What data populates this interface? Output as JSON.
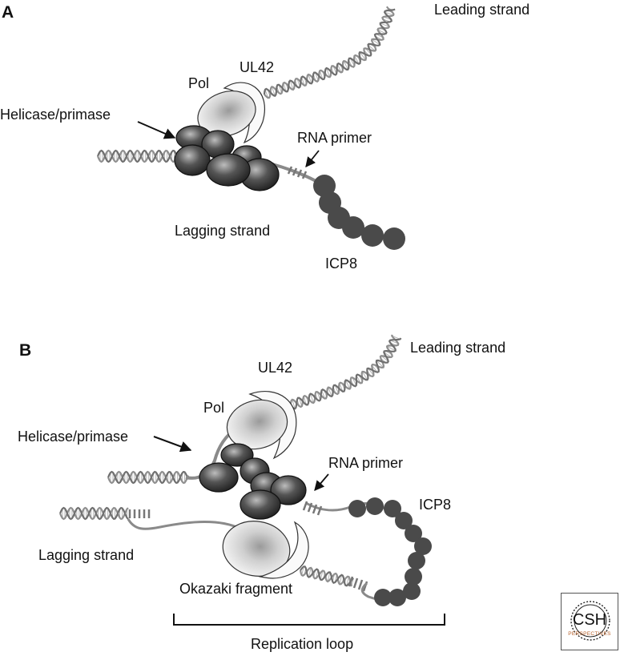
{
  "panel_a": {
    "letter": "A",
    "labels": {
      "leading_strand": "Leading strand",
      "ul42": "UL42",
      "pol": "Pol",
      "helicase_primase": "Helicase/primase",
      "rna_primer": "RNA primer",
      "lagging_strand": "Lagging strand",
      "icp8": "ICP8"
    }
  },
  "panel_b": {
    "letter": "B",
    "labels": {
      "leading_strand": "Leading strand",
      "ul42": "UL42",
      "pol": "Pol",
      "helicase_primase": "Helicase/primase",
      "rna_primer": "RNA primer",
      "icp8": "ICP8",
      "lagging_strand": "Lagging strand",
      "okazaki_fragment": "Okazaki fragment",
      "replication_loop": "Replication loop"
    }
  },
  "logo": {
    "main": "CSH",
    "sub": "PERSPECTIVES"
  },
  "colors": {
    "protein_dark": "#3a3a3a",
    "icp8": "#4a4a4a",
    "strand": "#8a8a8a",
    "dna_helix": "#8f8f8f"
  }
}
